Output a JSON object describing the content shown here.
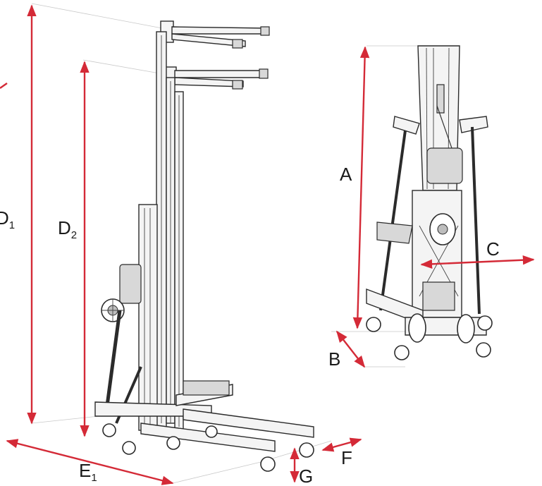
{
  "accent_color": "#d42a37",
  "labels": {
    "D1": {
      "main": "D",
      "sub": "1"
    },
    "D2": {
      "main": "D",
      "sub": "2"
    },
    "E1": {
      "main": "E",
      "sub": "1"
    },
    "A": "A",
    "B": "B",
    "C": "C",
    "F": "F",
    "G": "G"
  }
}
